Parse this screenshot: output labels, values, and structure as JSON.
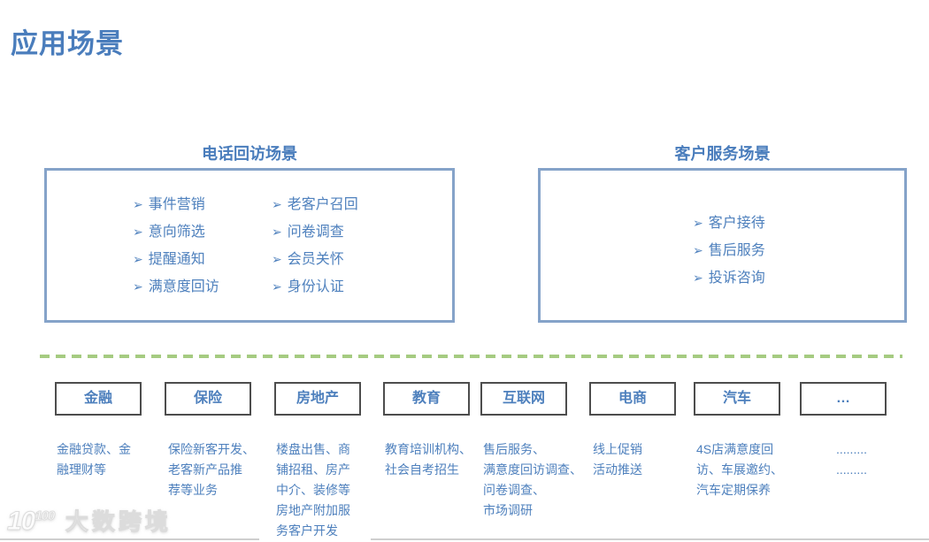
{
  "title": "应用场景",
  "icons": {
    "bullet": "➢"
  },
  "phone_section": {
    "title": "电话回访场景",
    "col1": [
      "事件营销",
      "意向筛选",
      "提醒通知",
      "满意度回访"
    ],
    "col2": [
      "老客户召回",
      "问卷调查",
      "会员关怀",
      "身份认证"
    ]
  },
  "service_section": {
    "title": "客户服务场景",
    "items": [
      "客户接待",
      "售后服务",
      "投诉咨询"
    ]
  },
  "industries": [
    {
      "label": "金融",
      "description": "金融贷款、金\n融理财等"
    },
    {
      "label": "保险",
      "description": "保险新客开发、\n老客新产品推\n荐等业务"
    },
    {
      "label": "房地产",
      "description": "楼盘出售、商\n铺招租、房产\n中介、装修等\n房地产附加服\n务客户开发"
    },
    {
      "label": "教育",
      "description": "教育培训机构、\n社会自考招生"
    },
    {
      "label": "互联网",
      "description": "售后服务、\n满意度回访调查、\n问卷调查、\n市场调研"
    },
    {
      "label": "电商",
      "description": "线上促销\n活动推送"
    },
    {
      "label": "汽车",
      "description": "4S店满意度回\n访、车展邀约、\n汽车定期保养"
    },
    {
      "label": "…",
      "description": ".........\n........."
    }
  ],
  "watermark": {
    "logo_base": "10",
    "logo_sup": "100",
    "name": "大数跨境"
  },
  "colors": {
    "accent_blue": "#4E80BD",
    "title_blue": "#4A7DBC",
    "scenario_border_blue": "#85A3C9",
    "industry_border_gray": "#4D4D4D",
    "divider_green": "#A5CB81",
    "bottom_line_gray": "#CFCFCF"
  }
}
